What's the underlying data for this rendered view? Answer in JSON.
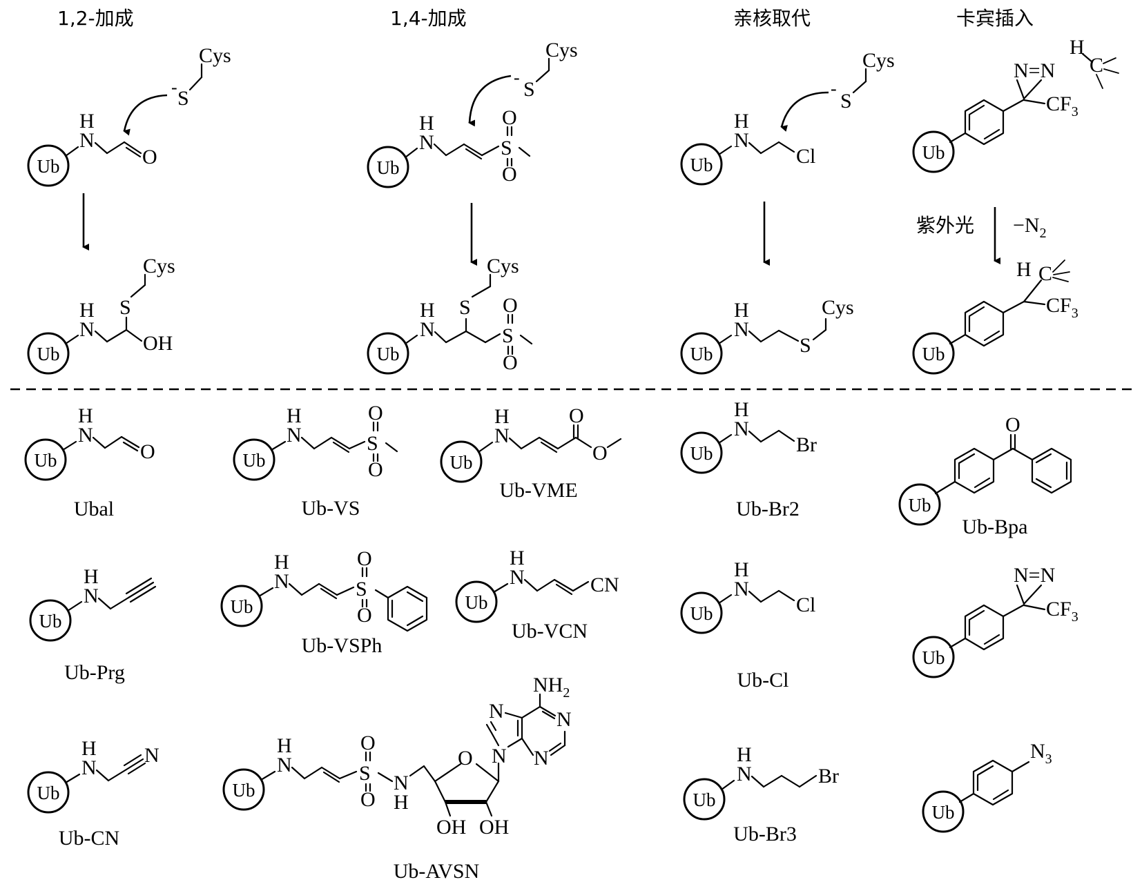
{
  "headers": {
    "add12": "1,2-加成",
    "add14": "1,4-加成",
    "subst": "亲核取代",
    "carbene": "卡宾插入"
  },
  "reaction": {
    "uv": "紫外光",
    "loss": "−N",
    "loss_sub": "2"
  },
  "atoms": {
    "ub": "Ub",
    "h": "H",
    "n": "N",
    "o": "O",
    "s": "S",
    "cl": "Cl",
    "br": "Br",
    "oh": "OH",
    "cys": "Cys",
    "c": "C",
    "cn": "CN",
    "cf": "CF",
    "cf_sub": "3",
    "nn": "N=N",
    "nh2": "NH",
    "nh2_sub": "2",
    "n3": "N",
    "n3_sub": "3",
    "neg": "-"
  },
  "probes": {
    "ubal": "Ubal",
    "ubvs": "Ub-VS",
    "ubvme": "Ub-VME",
    "ubbr2": "Ub-Br2",
    "ubbpa": "Ub-Bpa",
    "ubprg": "Ub-Prg",
    "ubvsph": "Ub-VSPh",
    "ubvcn": "Ub-VCN",
    "ubcl": "Ub-Cl",
    "ubcn": "Ub-CN",
    "ubavsn": "Ub-AVSN",
    "ubbr3": "Ub-Br3"
  }
}
